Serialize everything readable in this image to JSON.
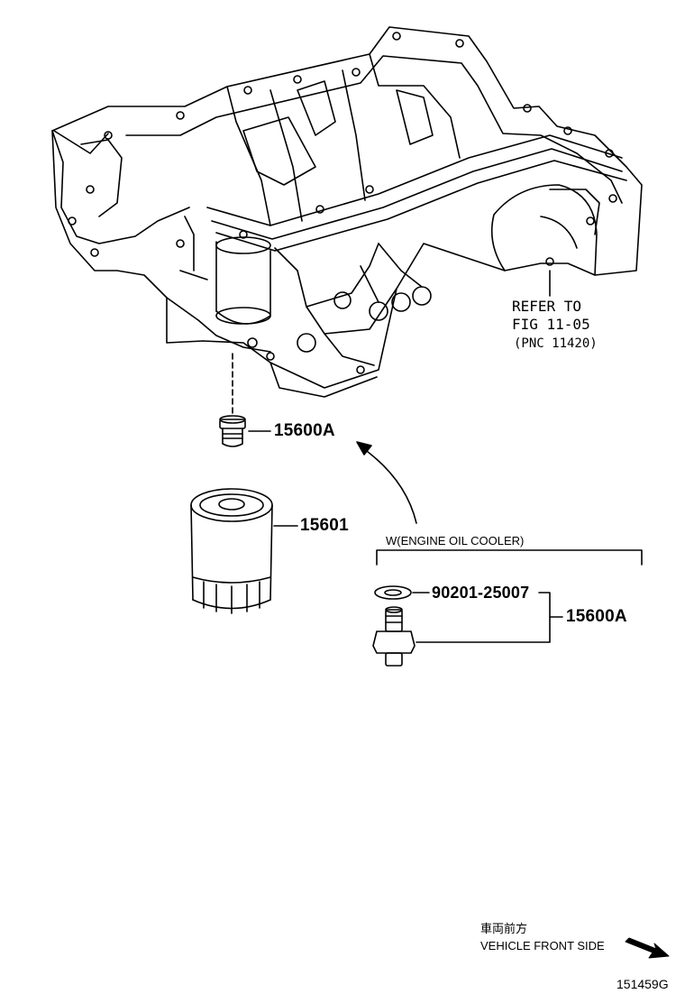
{
  "diagram": {
    "labels": {
      "drain_plug_part": "15600A",
      "oil_filter_part": "15601",
      "gasket_part": "90201-25007",
      "cooler_union_part": "15600A"
    },
    "refer": {
      "line1": "REFER TO",
      "line2": "FIG 11-05",
      "line3": "(PNC 11420)"
    },
    "variant_caption": "W(ENGINE OIL COOLER)",
    "front_side": {
      "japanese": "車両前方",
      "english": "VEHICLE FRONT SIDE"
    },
    "figure_number": "151459G"
  }
}
